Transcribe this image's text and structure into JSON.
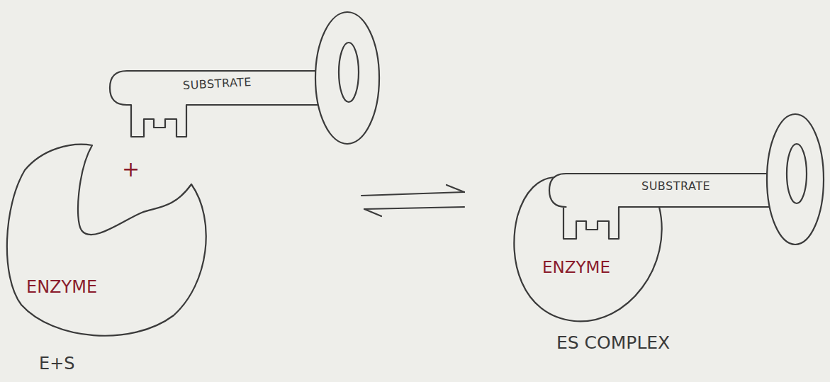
{
  "diagram": {
    "nodes": [
      {
        "text": [
          "SUBSTRATE"
        ]
      },
      {
        "text": [
          "ENZYME"
        ]
      },
      {
        "text": [
          "ENZYME"
        ]
      },
      {
        "text": [
          "SUBSTRATE"
        ]
      }
    ],
    "labels": [
      "+",
      "E+S",
      "ES COMPLEX"
    ]
  }
}
